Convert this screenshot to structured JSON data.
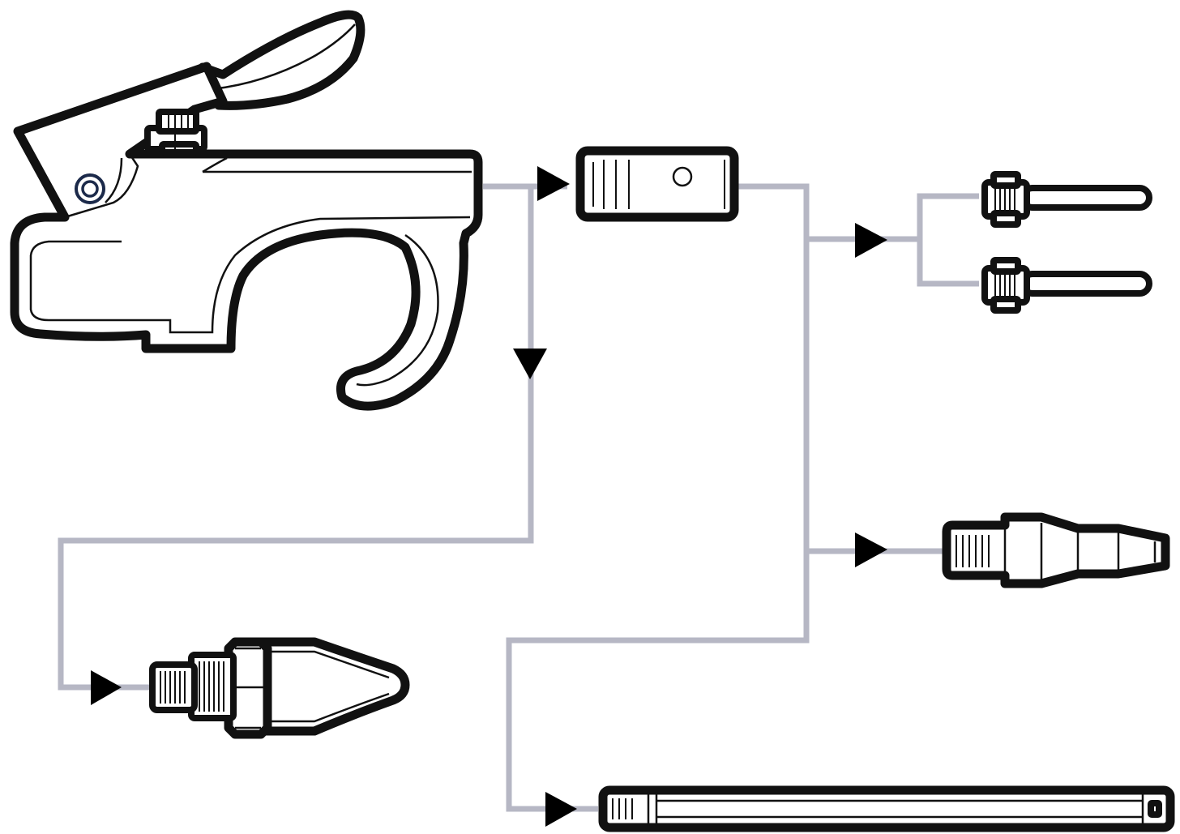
{
  "colors": {
    "background": "#ffffff",
    "outline": "#111111",
    "body": "#ffffff",
    "connector": "#b6b7c4",
    "arrow": "#000000",
    "pivot_ring": "#1c2a4a"
  },
  "parts": [
    {
      "id": "blow-gun",
      "icon": "air-blow-gun-icon"
    },
    {
      "id": "extension-coupler",
      "icon": "coupler-adapter-icon"
    },
    {
      "id": "inflation-needle-upper",
      "icon": "inflation-needle-icon"
    },
    {
      "id": "inflation-needle-lower",
      "icon": "inflation-needle-icon"
    },
    {
      "id": "tapered-rubber-tip",
      "icon": "tapered-nozzle-icon"
    },
    {
      "id": "extension-tube",
      "icon": "extension-tube-icon"
    },
    {
      "id": "rubber-tip-nozzle",
      "icon": "rubber-tip-nozzle-icon"
    }
  ]
}
